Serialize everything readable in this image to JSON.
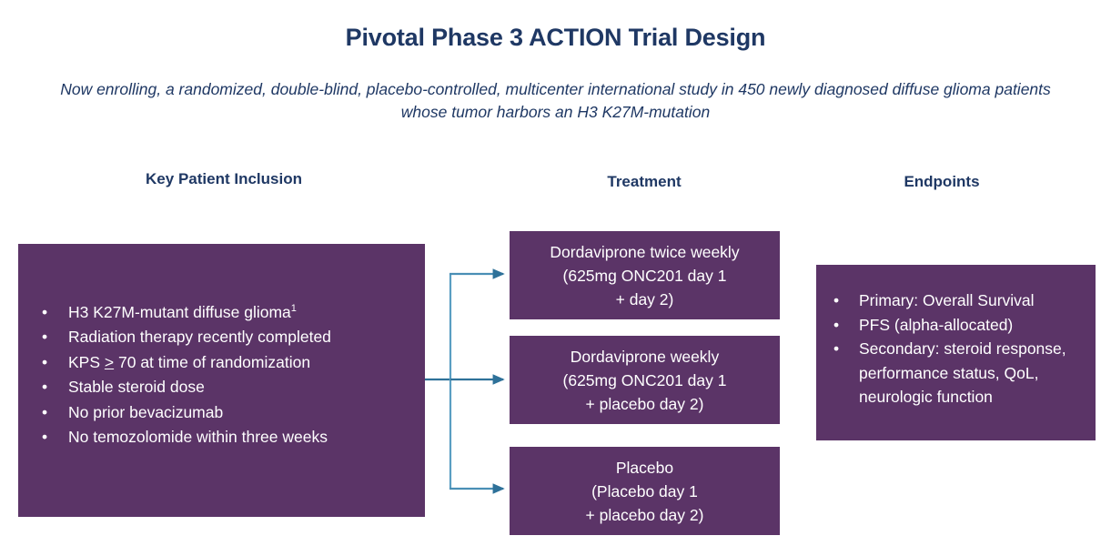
{
  "title": "Pivotal Phase 3 ACTION Trial Design",
  "subtitle": "Now enrolling, a randomized, double-blind, placebo-controlled, multicenter international study in 450 newly diagnosed diffuse glioma patients whose tumor harbors an H3 K27M-mutation",
  "colors": {
    "navy": "#1f3864",
    "purple": "#5b3467",
    "arrow": "#3a7da3",
    "white": "#ffffff"
  },
  "columns": {
    "inclusion_header": "Key Patient Inclusion",
    "treatment_header": "Treatment",
    "endpoints_header": "Endpoints"
  },
  "inclusion": {
    "bullet_glyph": "•",
    "items": [
      {
        "pre": "H3 K27M-mutant diffuse glioma",
        "sup": "1",
        "post": ""
      },
      {
        "pre": "Radiation therapy recently completed",
        "sup": "",
        "post": ""
      },
      {
        "pre": "KPS ",
        "ge": ">",
        "post": " 70 at time of randomization"
      },
      {
        "pre": "Stable steroid dose",
        "sup": "",
        "post": ""
      },
      {
        "pre": "No prior bevacizumab",
        "sup": "",
        "post": ""
      },
      {
        "pre": "No temozolomide within three weeks",
        "sup": "",
        "post": ""
      }
    ]
  },
  "treatment_arms": [
    {
      "line1": "Dordaviprone twice weekly",
      "line2": "(625mg ONC201 day 1",
      "line3": "+ day 2)"
    },
    {
      "line1": "Dordaviprone weekly",
      "line2": "(625mg ONC201 day 1",
      "line3": "+ placebo day 2)"
    },
    {
      "line1": "Placebo",
      "line2": "(Placebo day 1",
      "line3": "+ placebo day 2)"
    }
  ],
  "endpoints": {
    "bullet_glyph": "•",
    "items": [
      "Primary: Overall Survival",
      "PFS (alpha-allocated)",
      "Secondary: steroid response, performance status, QoL, neurologic function"
    ]
  }
}
